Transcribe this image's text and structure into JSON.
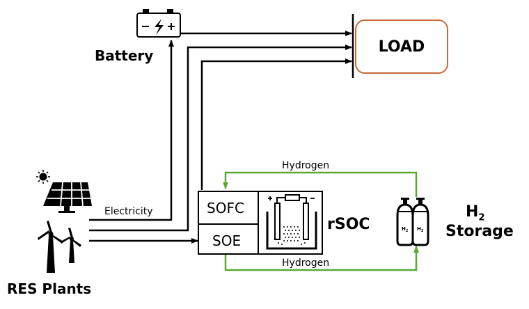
{
  "labels": {
    "battery": "Battery",
    "load": "LOAD",
    "res_plants": "RES Plants",
    "electricity": "Electricity",
    "hydrogen_top": "Hydrogen",
    "hydrogen_bottom": "Hydrogen",
    "rsoc": "rSOC",
    "sofc": "SOFC",
    "soe": "SOE",
    "h2_storage_h": "H",
    "h2_storage_sub": "2",
    "h2_storage_word": "Storage",
    "tank_label_h": "H",
    "tank_label_sub": "2"
  },
  "colors": {
    "line": "#000000",
    "hydrogen_flow": "#5aa832",
    "load_border": "#c8693a"
  },
  "icons": [
    "battery-icon",
    "sun-icon",
    "solar-panel-icon",
    "wind-turbine-icon",
    "electrolysis-cell-icon",
    "h2-tank-icon"
  ]
}
